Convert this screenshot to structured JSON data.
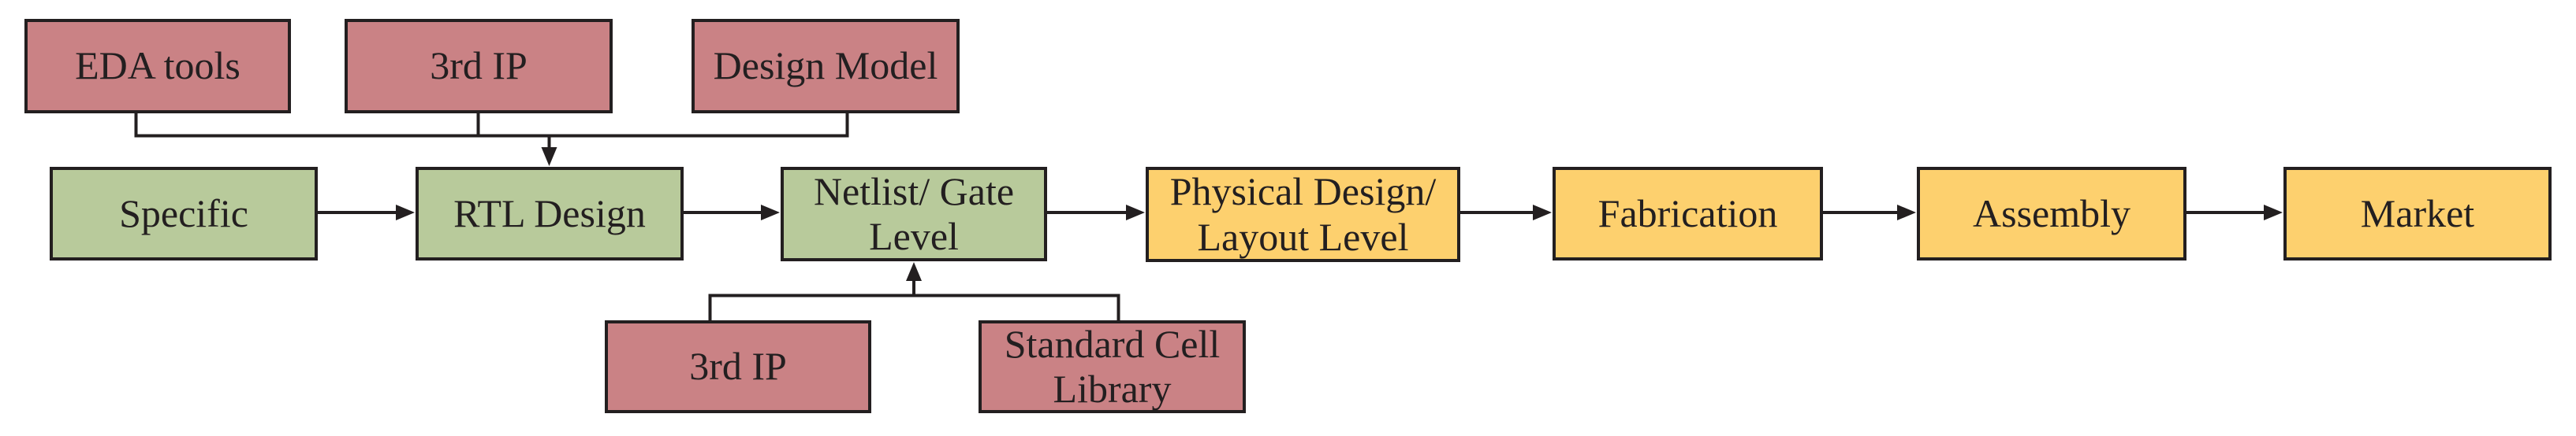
{
  "diagram": {
    "type": "flowchart",
    "colors": {
      "input_box_fill": "#ca8285",
      "process_box_fill": "#b8ca9b",
      "stage_box_fill": "#fdd06e",
      "box_border": "#231f20",
      "connector_line": "#231f20",
      "text": "#231f20",
      "background": "#ffffff"
    },
    "nodes": {
      "eda_tools": {
        "label": "EDA tools",
        "type": "input"
      },
      "third_ip_top": {
        "label": "3rd IP",
        "type": "input"
      },
      "design_model": {
        "label": "Design Model",
        "type": "input"
      },
      "specific": {
        "label": "Specific",
        "type": "process"
      },
      "rtl_design": {
        "label": "RTL Design",
        "type": "process"
      },
      "netlist_gate_level": {
        "label": "Netlist/ Gate Level",
        "type": "process"
      },
      "physical_design_layout_level": {
        "label": "Physical Design/ Layout Level",
        "type": "stage"
      },
      "fabrication": {
        "label": "Fabrication",
        "type": "stage"
      },
      "assembly": {
        "label": "Assembly",
        "type": "stage"
      },
      "market": {
        "label": "Market",
        "type": "stage"
      },
      "third_ip_bottom": {
        "label": "3rd IP",
        "type": "input"
      },
      "standard_cell_library": {
        "label": "Standard Cell Library",
        "type": "input"
      }
    },
    "edges": [
      {
        "from": "eda_tools",
        "to": "rtl_design"
      },
      {
        "from": "third_ip_top",
        "to": "rtl_design"
      },
      {
        "from": "design_model",
        "to": "rtl_design"
      },
      {
        "from": "specific",
        "to": "rtl_design"
      },
      {
        "from": "rtl_design",
        "to": "netlist_gate_level"
      },
      {
        "from": "third_ip_bottom",
        "to": "netlist_gate_level"
      },
      {
        "from": "standard_cell_library",
        "to": "netlist_gate_level"
      },
      {
        "from": "netlist_gate_level",
        "to": "physical_design_layout_level"
      },
      {
        "from": "physical_design_layout_level",
        "to": "fabrication"
      },
      {
        "from": "fabrication",
        "to": "assembly"
      },
      {
        "from": "assembly",
        "to": "market"
      }
    ]
  }
}
